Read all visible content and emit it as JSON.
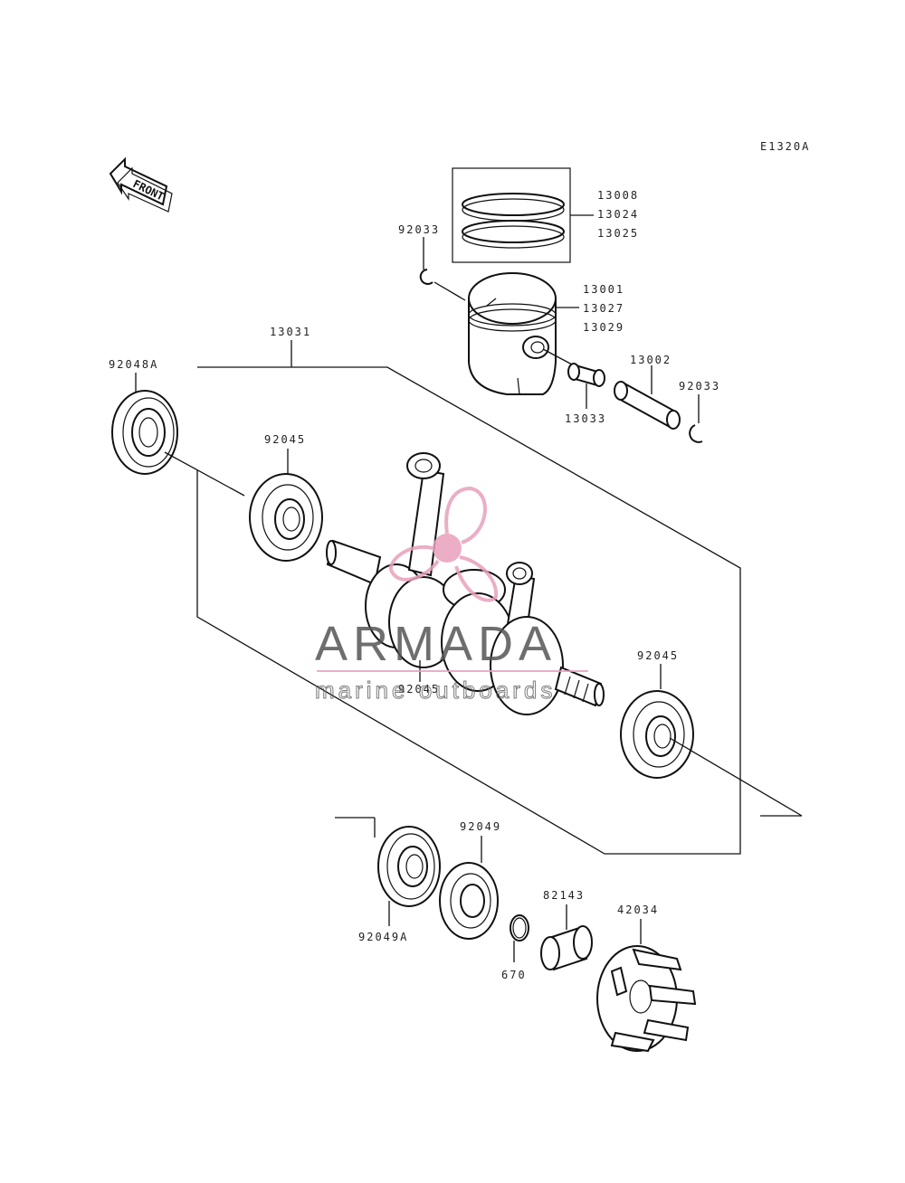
{
  "diagram_code": "E1320A",
  "front_label": "FRONT",
  "watermark": {
    "title": "ARMADA",
    "subtitle": "marine outboards",
    "accent": "#e8a0bd"
  },
  "parts": {
    "p13008": "13008",
    "p13024": "13024",
    "p13025": "13025",
    "p92033_top": "92033",
    "p13001": "13001",
    "p13027": "13027",
    "p13029": "13029",
    "p13031": "13031",
    "p92048A": "92048A",
    "p13002": "13002",
    "p92033_right": "92033",
    "p13033": "13033",
    "p92045_left": "92045",
    "p92045_center": "92045",
    "p92045_right": "92045",
    "p92049": "92049",
    "p82143": "82143",
    "p42034": "42034",
    "p92049A": "92049A",
    "p670": "670"
  }
}
